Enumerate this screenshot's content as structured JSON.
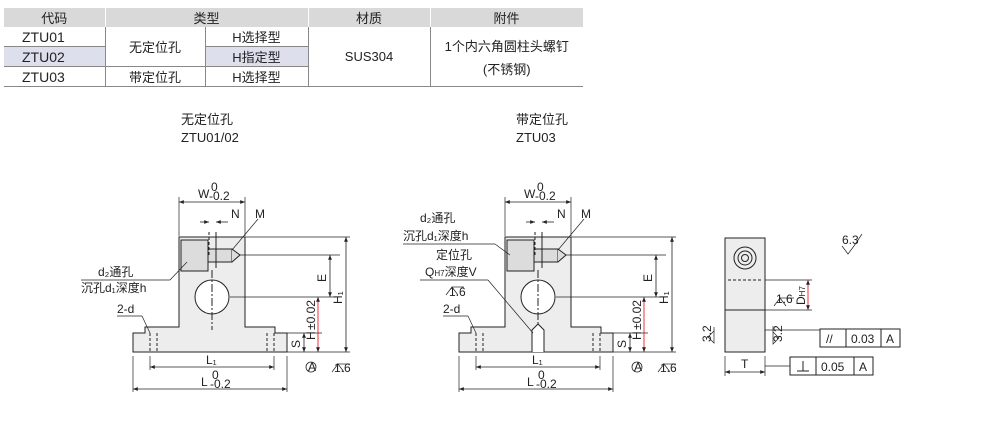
{
  "table": {
    "headers": [
      "代码",
      "类型",
      "材质",
      "附件"
    ],
    "rows": [
      {
        "code": "ZTU01",
        "type": "无定位孔",
        "sub": "H选择型"
      },
      {
        "code": "ZTU02",
        "sub": "H指定型"
      },
      {
        "code": "ZTU03",
        "type": "带定位孔",
        "sub": "H选择型"
      }
    ],
    "material": "SUS304",
    "accessory_line1": "1个内六角圆柱头螺钉",
    "accessory_line2": "(不锈钢)"
  },
  "captions": {
    "left_title": "无定位孔",
    "left_codes": "ZTU01/02",
    "right_title": "带定位孔",
    "right_codes": "ZTU03"
  },
  "labels": {
    "W": "W",
    "W_tol_top": "0",
    "W_tol_bot": "-0.2",
    "N": "N",
    "M": "M",
    "d2": "d₂通孔",
    "d1": "沉孔d₁深度h",
    "E": "E",
    "H1": "H₁",
    "H": "H",
    "H_tol": "±0.02",
    "S": "S",
    "two_d": "2-d",
    "L1": "L₁",
    "L": "L",
    "L_tol_top": "0",
    "L_tol_bot": "-0.2",
    "datum_A": "A",
    "rough": "1.6",
    "Q_line1": "定位孔",
    "Q_line2": "Q",
    "Q_sub": "H7",
    "Q_line3": "深度V",
    "D": "D",
    "D_sub": "H7",
    "T": "T",
    "rough_32": "3.2",
    "rough_63": "6.3",
    "parallel_symbol": "//",
    "parallel_tol": "0.03",
    "perp_tol": "0.05"
  },
  "colors": {
    "red": "#e60012",
    "line": "#222222",
    "header": "#d9d9d9",
    "alt_row": "#dde0ec"
  }
}
